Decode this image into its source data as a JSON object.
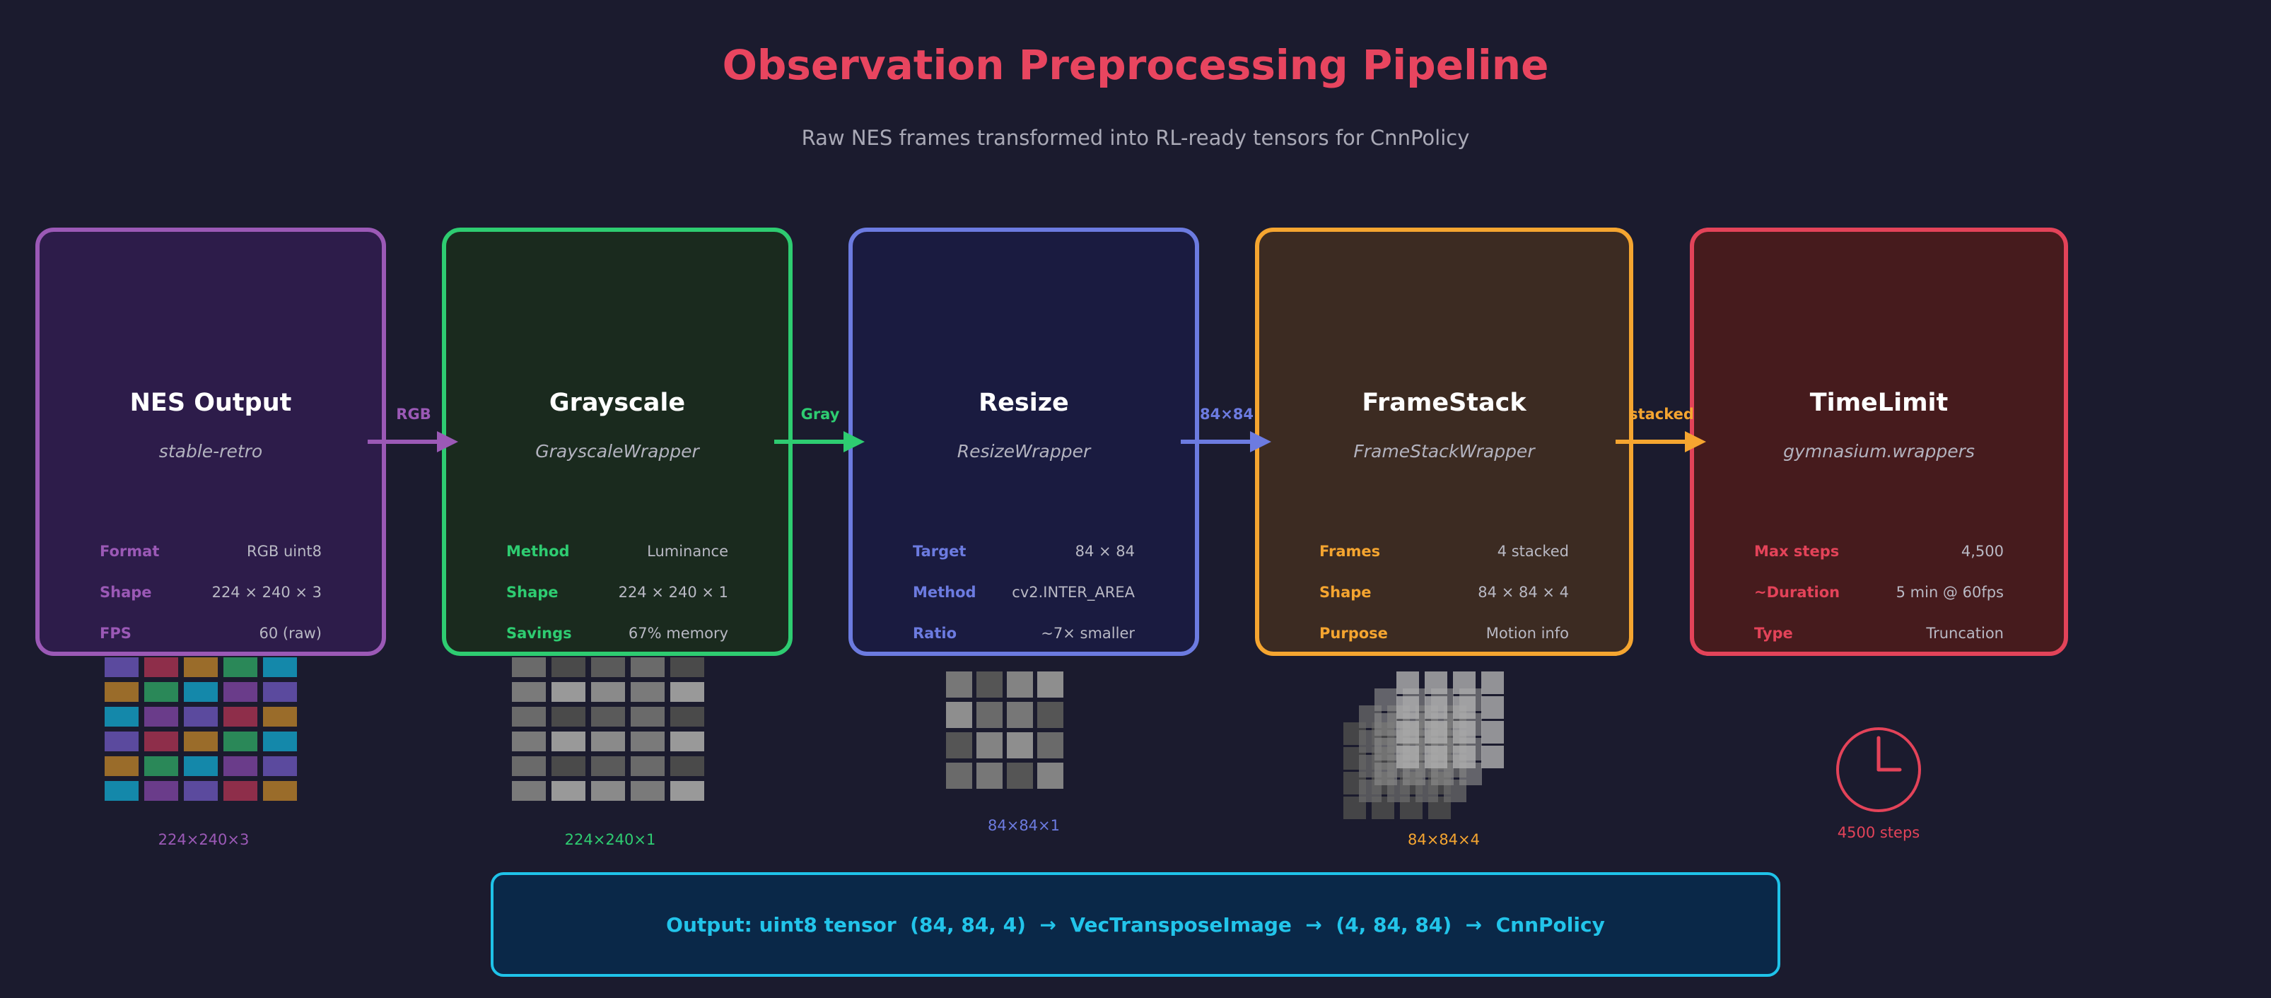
{
  "title": "Observation Preprocessing Pipeline",
  "subtitle": "Raw NES frames transformed into RL-ready tensors for CnnPolicy",
  "stages": [
    {
      "name": "NES Output",
      "subtitle": "stable-retro",
      "color": "#9b59b6",
      "bg": "#2d1c4a",
      "rows": [
        {
          "key": "Format",
          "value": "RGB uint8"
        },
        {
          "key": "Shape",
          "value": "224 × 240 × 3"
        },
        {
          "key": "FPS",
          "value": "60 (raw)"
        }
      ],
      "viz_label": "224×240×3"
    },
    {
      "name": "Grayscale",
      "subtitle": "GrayscaleWrapper",
      "color": "#2ecc71",
      "bg": "#1a2a1e",
      "rows": [
        {
          "key": "Method",
          "value": "Luminance"
        },
        {
          "key": "Shape",
          "value": "224 × 240 × 1"
        },
        {
          "key": "Savings",
          "value": "67% memory"
        }
      ],
      "viz_label": "224×240×1"
    },
    {
      "name": "Resize",
      "subtitle": "ResizeWrapper",
      "color": "#6c7be0",
      "bg": "#1a1b40",
      "rows": [
        {
          "key": "Target",
          "value": "84 × 84"
        },
        {
          "key": "Method",
          "value": "cv2.INTER_AREA"
        },
        {
          "key": "Ratio",
          "value": "~7× smaller"
        }
      ],
      "viz_label": "84×84×1"
    },
    {
      "name": "FrameStack",
      "subtitle": "FrameStackWrapper",
      "color": "#f5a530",
      "bg": "#3c2b22",
      "rows": [
        {
          "key": "Frames",
          "value": "4 stacked"
        },
        {
          "key": "Shape",
          "value": "84 × 84 × 4"
        },
        {
          "key": "Purpose",
          "value": "Motion info"
        }
      ],
      "viz_label": "84×84×4"
    },
    {
      "name": "TimeLimit",
      "subtitle": "gymnasium.wrappers",
      "color": "#e34359",
      "bg": "#461b1d",
      "rows": [
        {
          "key": "Max steps",
          "value": "4,500"
        },
        {
          "key": "~Duration",
          "value": "5 min @ 60fps"
        },
        {
          "key": "Type",
          "value": "Truncation"
        }
      ],
      "viz_label": "4500 steps"
    }
  ],
  "arrows": [
    {
      "label": "RGB",
      "color": "#9b59b6"
    },
    {
      "label": "Gray",
      "color": "#2ecc71"
    },
    {
      "label": "84×84",
      "color": "#6c7be0"
    },
    {
      "label": "stacked",
      "color": "#f5a530"
    }
  ],
  "output": "Output: uint8 tensor  (84, 84, 4)  →  VecTransposeImage  →  (4, 84, 84)  →  CnnPolicy"
}
